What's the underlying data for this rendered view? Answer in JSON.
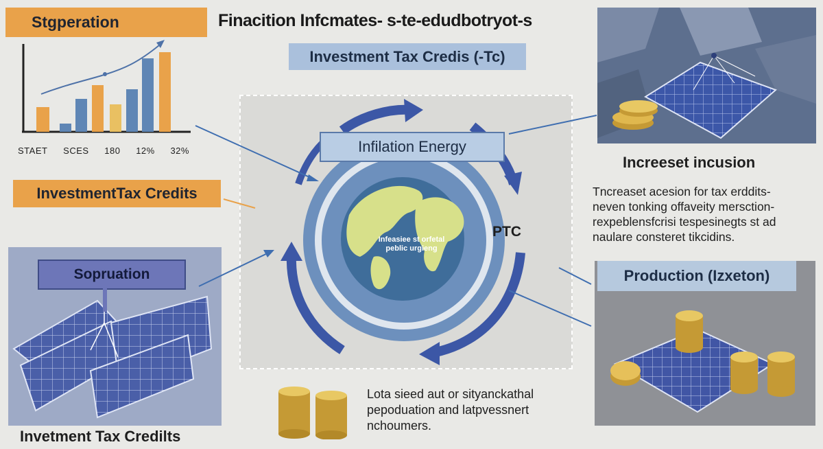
{
  "header": {
    "main_title": "Finacition Infcmates- s-te-edudbotryot-s",
    "top_left_tag": "Stgperation",
    "subtitle_tag": "Investment Tax Credis (-Tc)"
  },
  "left_chart": {
    "axis_labels": [
      "STAET",
      "SCES",
      "180",
      "12%",
      "32%"
    ],
    "bar_colors": [
      "#e9a24a",
      "#5f86b5"
    ]
  },
  "left_tags": {
    "investment": "InvestmentTax Credits",
    "sopruation": "Sopruation",
    "bottom_caption": "Invetment Tax Credilts"
  },
  "cycle": {
    "center_tag": "Infilation  Energy",
    "globe_text_line1": "Infeasiee st orfetal",
    "globe_text_line2": "peblic  urgieng",
    "ptc_label": "PTC",
    "cycle_color": "#3c57a6"
  },
  "right_top": {
    "caption": "Increeset incusion",
    "paragraph": [
      "Tncreaset acesion for tax erddits-",
      "neven tonking offaveity mersction-",
      "rexpeblensfcrisi tespesinegts st ad",
      "naulare consteret tikcidins."
    ]
  },
  "right_bottom": {
    "tag": "Production (Izxeton)"
  },
  "bottom_center": {
    "text_lines": [
      "Lota sieed aut or sityanckathal",
      "pepoduation and latpvessnert",
      "nchoumers."
    ]
  }
}
